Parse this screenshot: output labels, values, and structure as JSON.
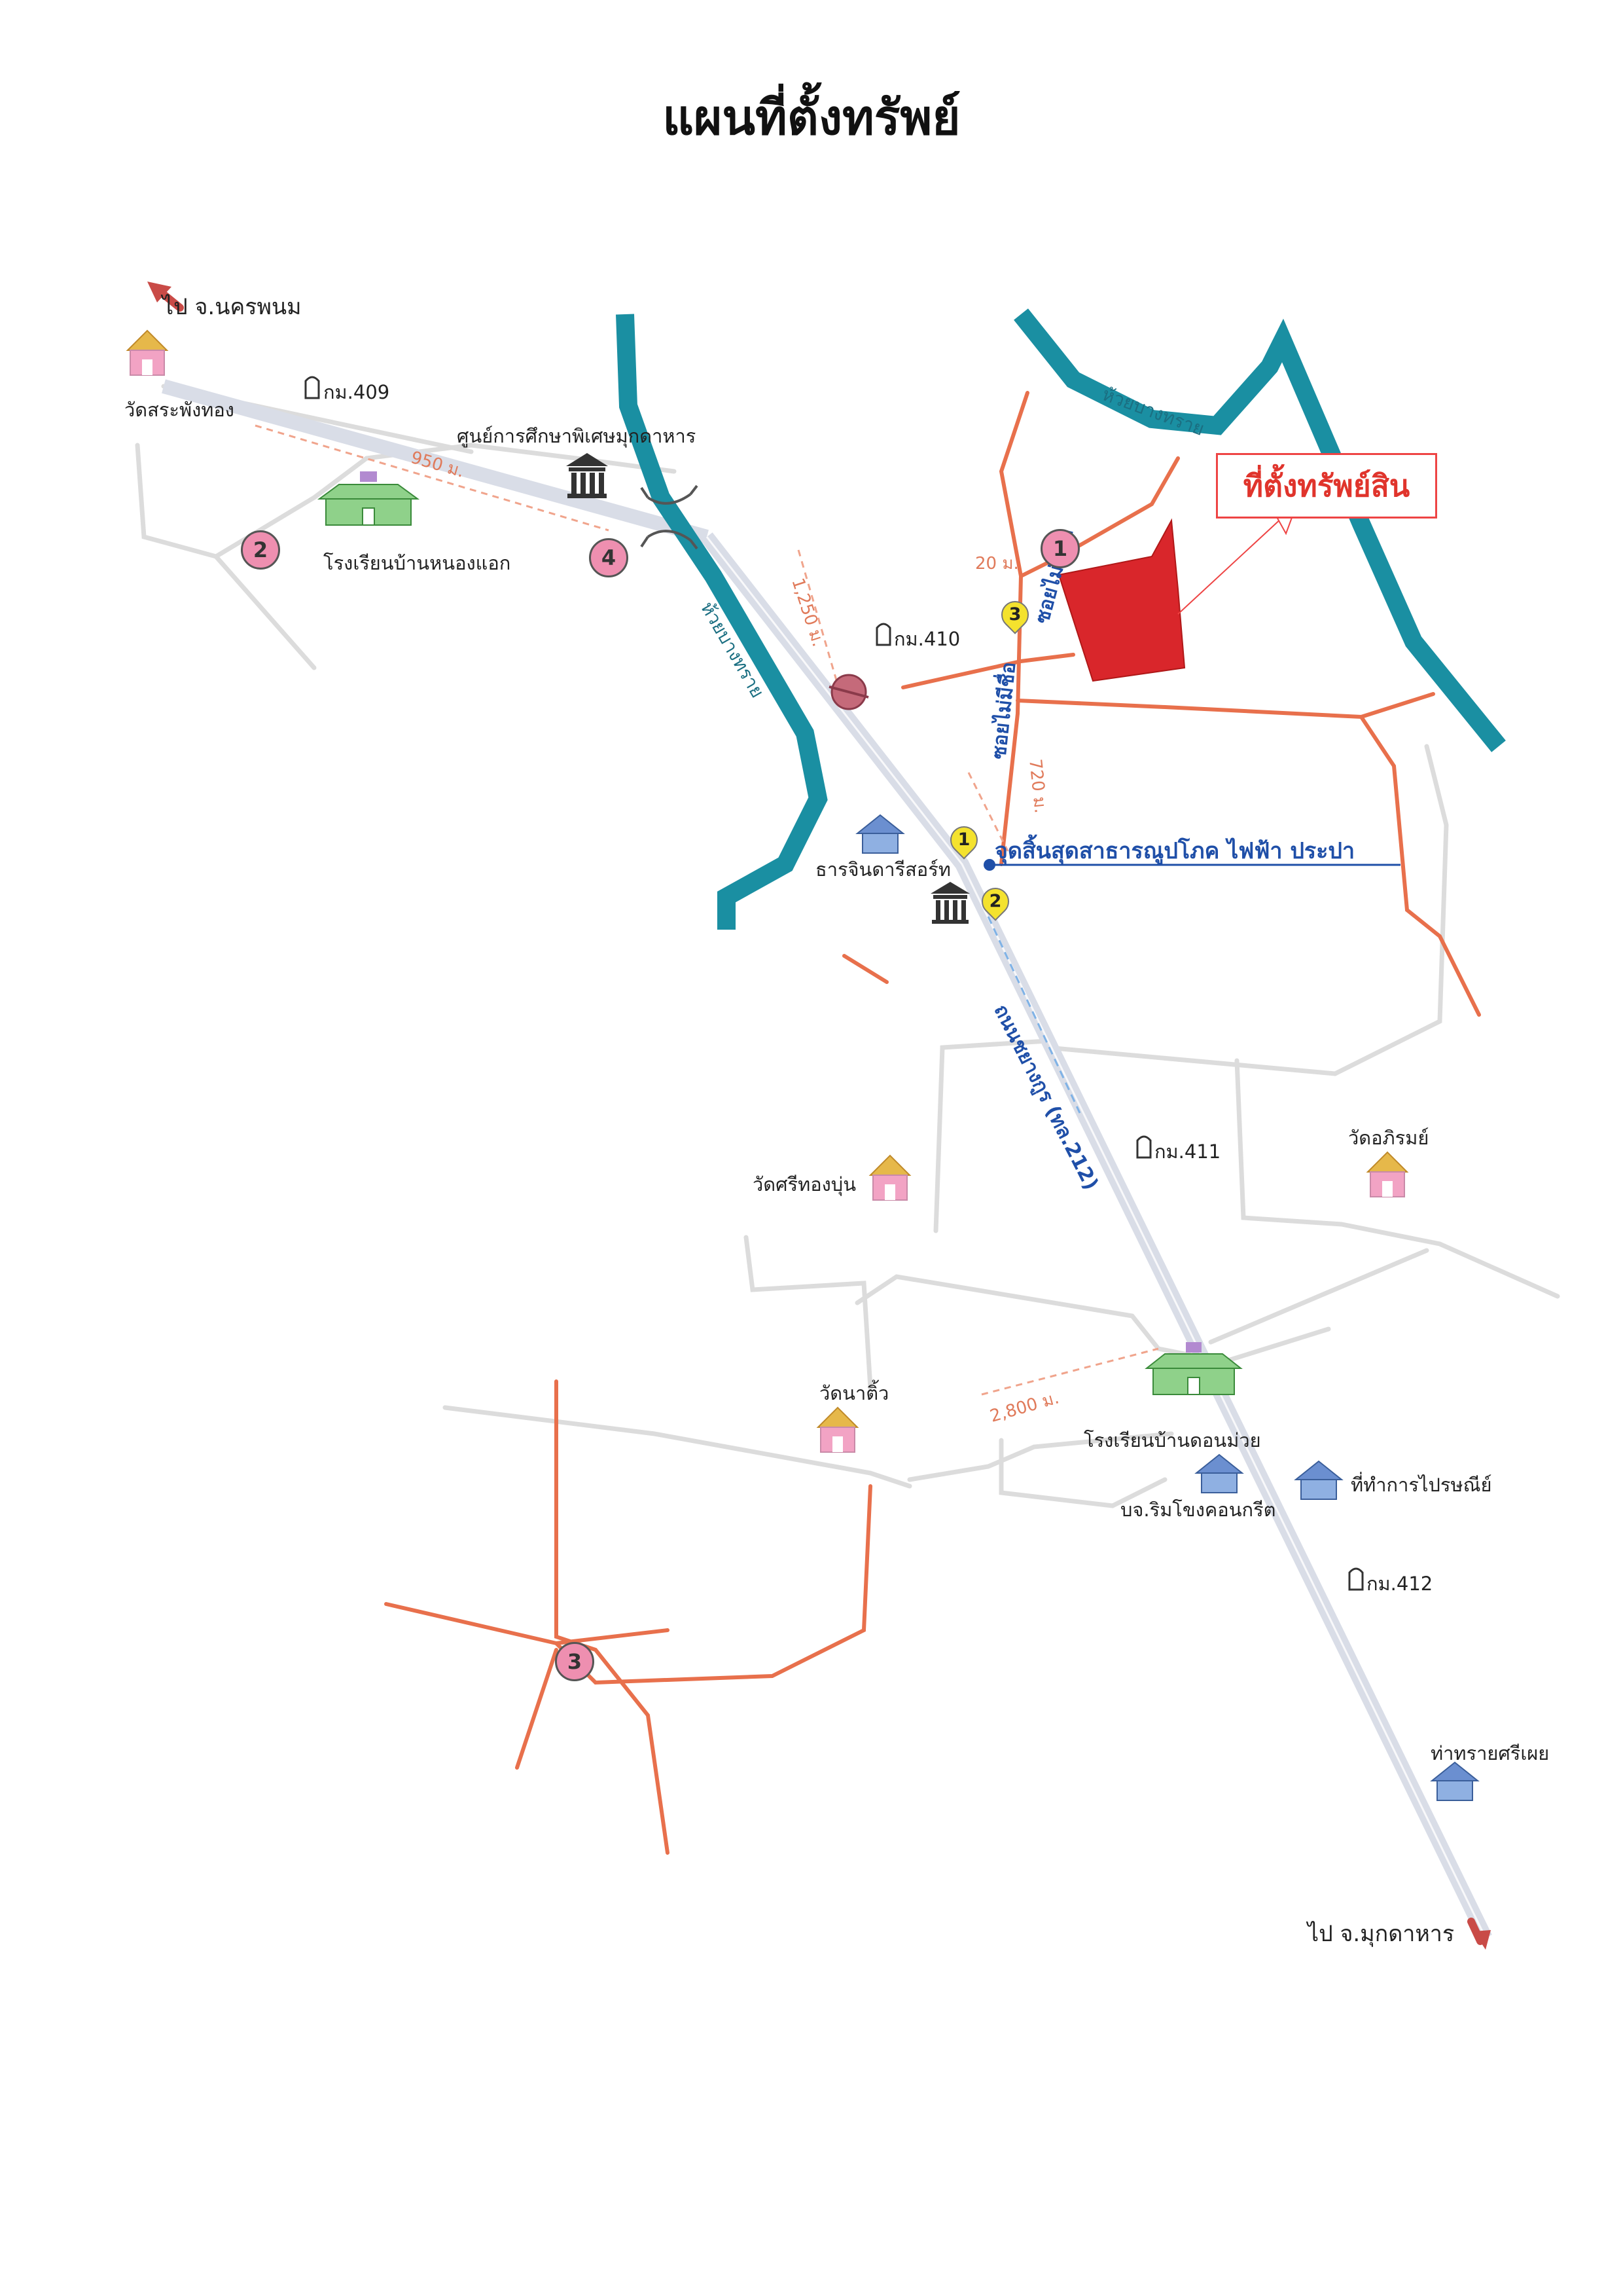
{
  "title": "แผนที่ตั้งทรัพย์",
  "property_callout": "ที่ตั้งทรัพย์สิน",
  "endpoint_label": "จุดสิ้นสุดสาธารณูปโภค ไฟฟ้า ประปา",
  "directions": {
    "north": "ไป จ.นครพนม",
    "south": "ไป จ.มุกดาหาร"
  },
  "roads": {
    "main_highway": "ถนนชยางกูร (ทล.212)",
    "unnamed_soi_1": "ซอยไม่มีชื่อ",
    "unnamed_soi_2": "ซอยไม่มีชื่อ"
  },
  "river_labels": {
    "west": "ห้วยบางทราย",
    "east": "ห้วยบางทราย"
  },
  "km_markers": [
    "กม.409",
    "กม.410",
    "กม.411",
    "กม.412"
  ],
  "distances": [
    "950 ม.",
    "1,250 ม.",
    "720 ม.",
    "20 ม.",
    "2,800 ม."
  ],
  "landmarks": {
    "wat_sa_phang_thong": "วัดสระพังทอง",
    "school_nong_aek": "โรงเรียนบ้านหนองแอก",
    "special_ed_center": "ศูนย์การศึกษาพิเศษมุกดาหาร",
    "resort": "ธารจินดารีสอร์ท",
    "wat_si_thong_bun": "วัดศรีทองบุ่น",
    "wat_aphirom": "วัดอภิรมย์",
    "wat_na_tio": "วัดนาติ้ว",
    "school_don_muai": "โรงเรียนบ้านดอนม่วย",
    "concrete_company": "บจ.ริมโขงคอนกรีต",
    "post_office": "ที่ทำการไปรษณีย์",
    "tha_sai_si_moei": "ท่าทรายศรีเผย"
  },
  "numbered_circles": [
    "1",
    "2",
    "3",
    "4"
  ],
  "pins": [
    "1",
    "2",
    "3"
  ],
  "colors": {
    "river": "#1a8fa2",
    "secondary_road": "#e8704c",
    "minor_road": "#dcdcdc",
    "main_road": "#d9dde7",
    "property": "#d9262b",
    "pin": "#f4e22e",
    "circle": "#ee8fb0"
  }
}
